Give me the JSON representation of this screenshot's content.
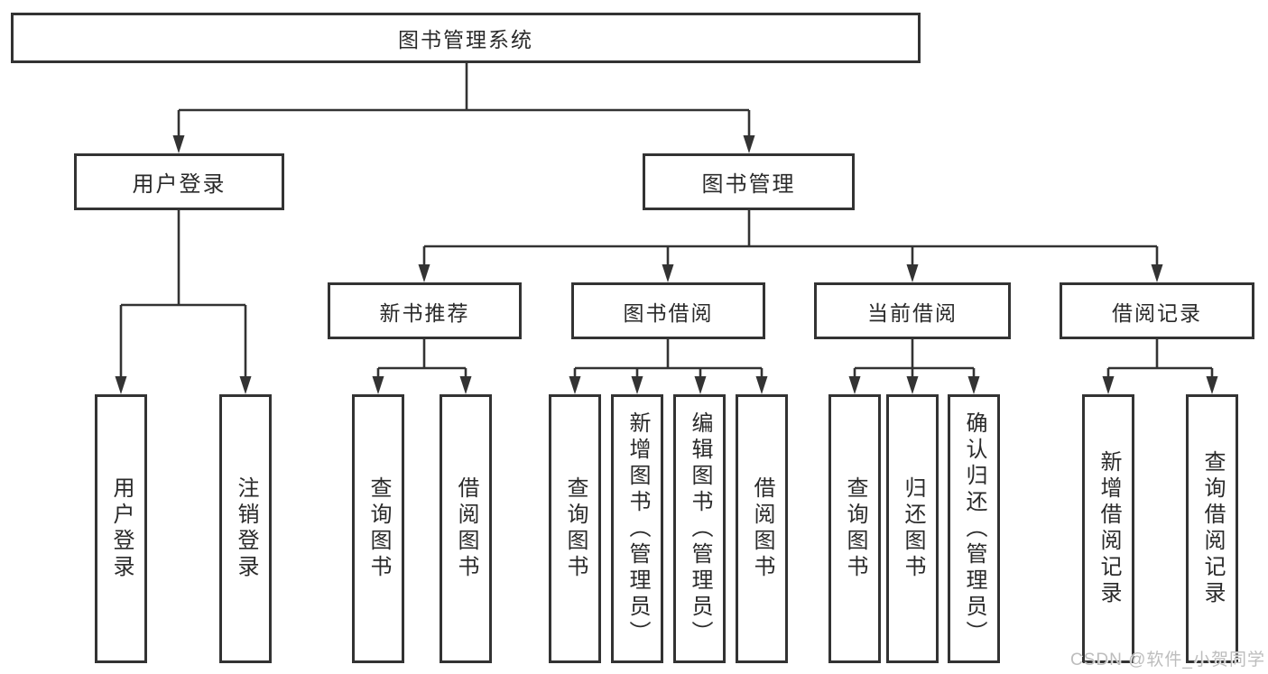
{
  "diagram": {
    "root": {
      "label": "图书管理系统"
    },
    "branches": [
      {
        "label": "用户登录",
        "parent": "图书管理系统"
      },
      {
        "label": "图书管理",
        "parent": "图书管理系统"
      }
    ],
    "modules": [
      {
        "label": "新书推荐",
        "parent": "图书管理"
      },
      {
        "label": "图书借阅",
        "parent": "图书管理"
      },
      {
        "label": "当前借阅",
        "parent": "图书管理"
      },
      {
        "label": "借阅记录",
        "parent": "图书管理"
      }
    ],
    "leaves": [
      {
        "label": "用户登录",
        "parent": "用户登录"
      },
      {
        "label": "注销登录",
        "parent": "用户登录"
      },
      {
        "label": "查询图书",
        "parent": "新书推荐"
      },
      {
        "label": "借阅图书",
        "parent": "新书推荐"
      },
      {
        "label": "查询图书",
        "parent": "图书借阅"
      },
      {
        "label": "新增图书（管理员）",
        "parent": "图书借阅"
      },
      {
        "label": "编辑图书（管理员）",
        "parent": "图书借阅"
      },
      {
        "label": "借阅图书",
        "parent": "图书借阅"
      },
      {
        "label": "查询图书",
        "parent": "当前借阅"
      },
      {
        "label": "归还图书",
        "parent": "当前借阅"
      },
      {
        "label": "确认归还（管理员）",
        "parent": "当前借阅"
      },
      {
        "label": "新增借阅记录",
        "parent": "借阅记录"
      },
      {
        "label": "查询借阅记录",
        "parent": "借阅记录"
      }
    ]
  },
  "watermark": {
    "text": "CSDN @软件_小贺同学"
  },
  "colors": {
    "line": "#333333",
    "box_border": "#333333",
    "text": "#2a2a2a",
    "background": "#ffffff",
    "watermark": "#bdbdbd"
  }
}
